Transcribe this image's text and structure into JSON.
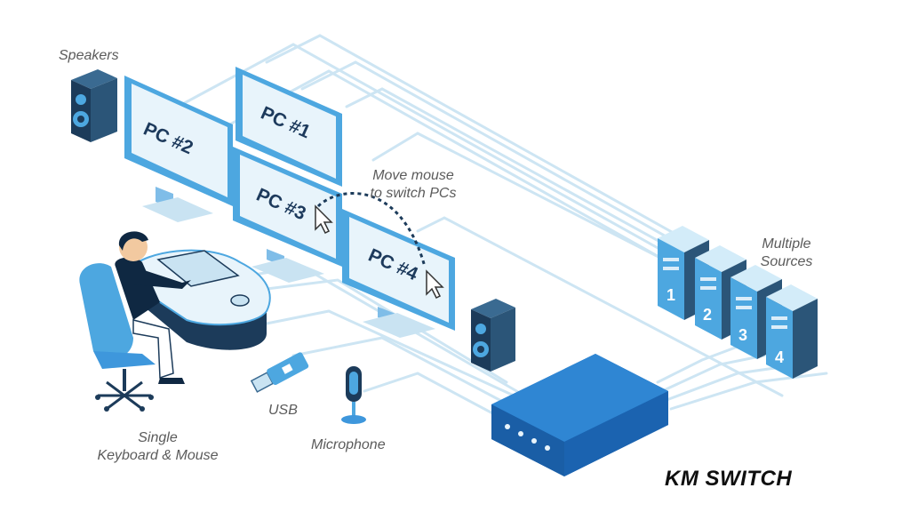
{
  "labels": {
    "speakers": "Speakers",
    "move_mouse_line1": "Move mouse",
    "move_mouse_line2": "to switch PCs",
    "multiple_sources_line1": "Multiple",
    "multiple_sources_line2": "Sources",
    "usb": "USB",
    "microphone": "Microphone",
    "single_line1": "Single",
    "single_line2": "Keyboard & Mouse",
    "km_switch": "KM SWITCH"
  },
  "monitors": {
    "pc1": "PC #1",
    "pc2": "PC #2",
    "pc3": "PC #3",
    "pc4": "PC #4"
  },
  "servers": {
    "s1": "1",
    "s2": "2",
    "s3": "3",
    "s4": "4"
  },
  "colors": {
    "cable": "#c9e3f2",
    "device_blue": "#1f6fbf",
    "device_light": "#3e97dc",
    "screen_fill": "#e8f4fb",
    "bezel": "#4da7e0",
    "navy": "#1c3b5a"
  }
}
